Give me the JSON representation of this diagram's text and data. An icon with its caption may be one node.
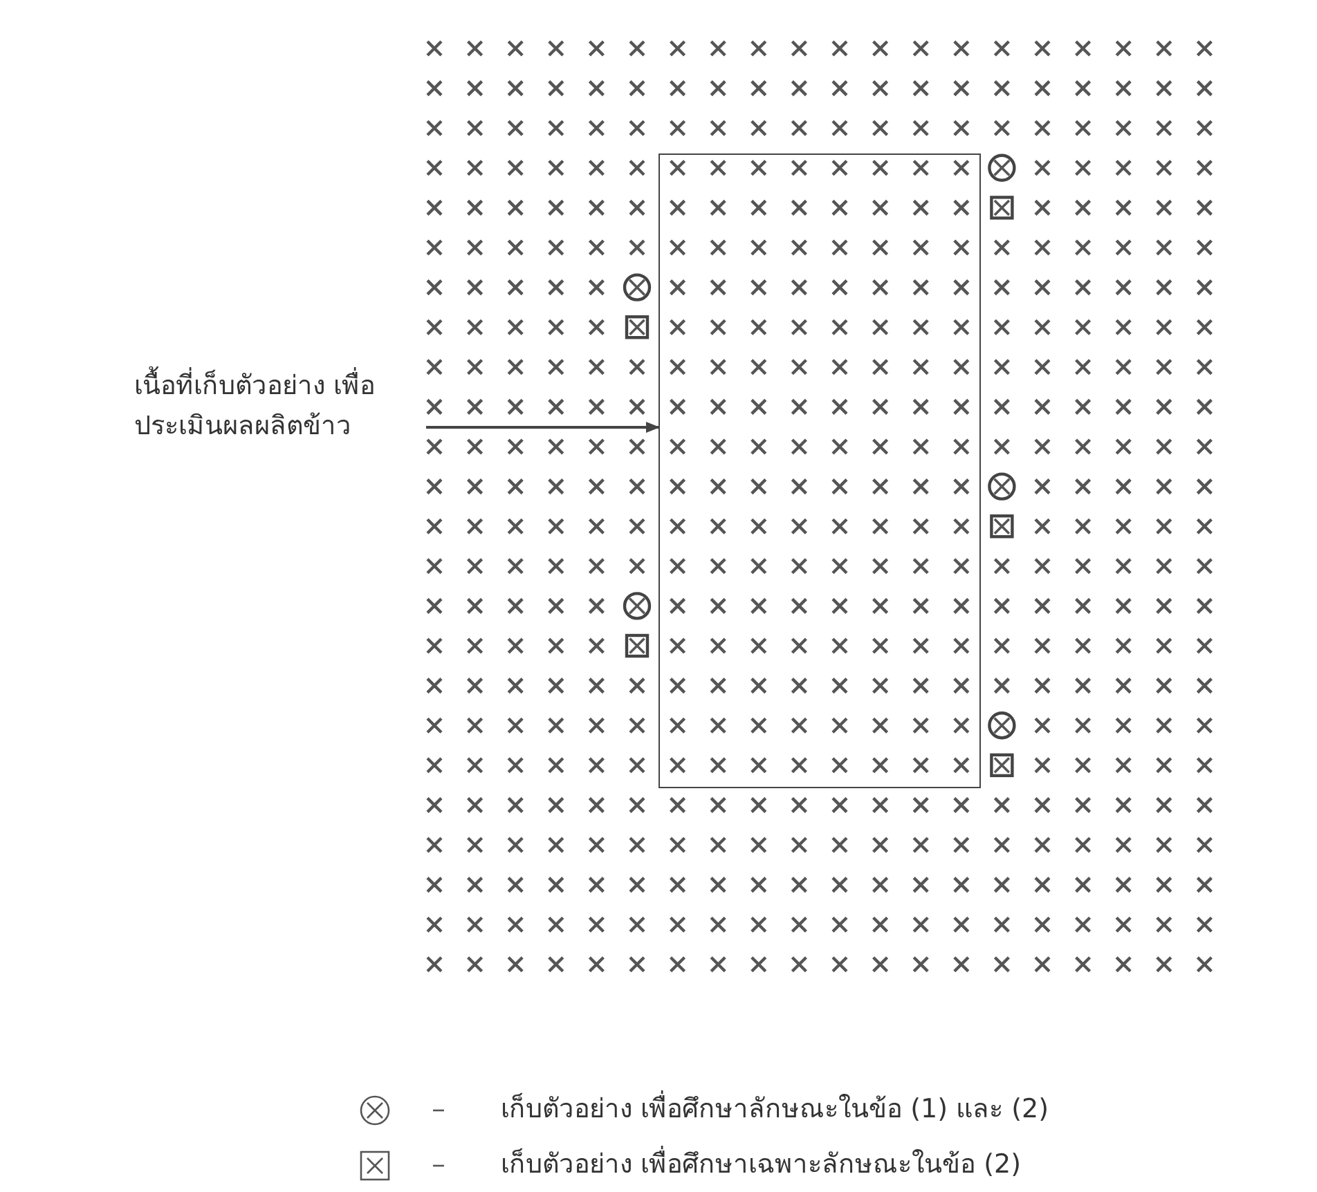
{
  "diagram": {
    "nodes": [
      {
        "text": [
          "เนื้อที่เก็บตัวอย่าง เพื่อประเมินผลผลิตข้าว"
        ]
      },
      {
        "text": [],
        "shape": "box"
      }
    ],
    "edges": [
      {
        "from": 0,
        "to": 1,
        "arrow": "to"
      }
    ],
    "legend": [
      {
        "text": "เก็บตัวอย่าง เพื่อศึกษาลักษณะในข้อ (1) และ (2)"
      },
      {
        "text": "เก็บตัวอย่าง เพื่อศึกษาเฉพาะลักษณะในข้อ (2)"
      }
    ]
  }
}
